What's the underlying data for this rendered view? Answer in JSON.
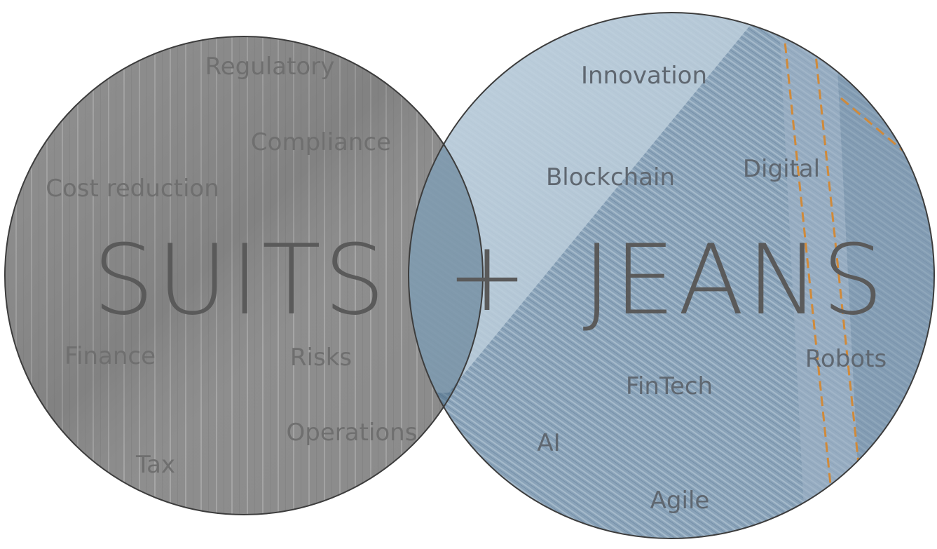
{
  "diagram": {
    "left_circle": {
      "title": "SUITS",
      "terms": [
        "Regulatory",
        "Compliance",
        "Cost reduction",
        "Finance",
        "Risks",
        "Operations",
        "Tax"
      ],
      "texture": "pinstripe-fabric",
      "color": "#8c8c8c"
    },
    "right_circle": {
      "title": "JEANS",
      "terms": [
        "Innovation",
        "Blockchain",
        "Digital",
        "Robots",
        "FinTech",
        "AI",
        "Agile"
      ],
      "texture": "denim-fabric",
      "color": "#7f9bb4"
    },
    "connector": "+",
    "outline_color": "#3d3d3d"
  }
}
